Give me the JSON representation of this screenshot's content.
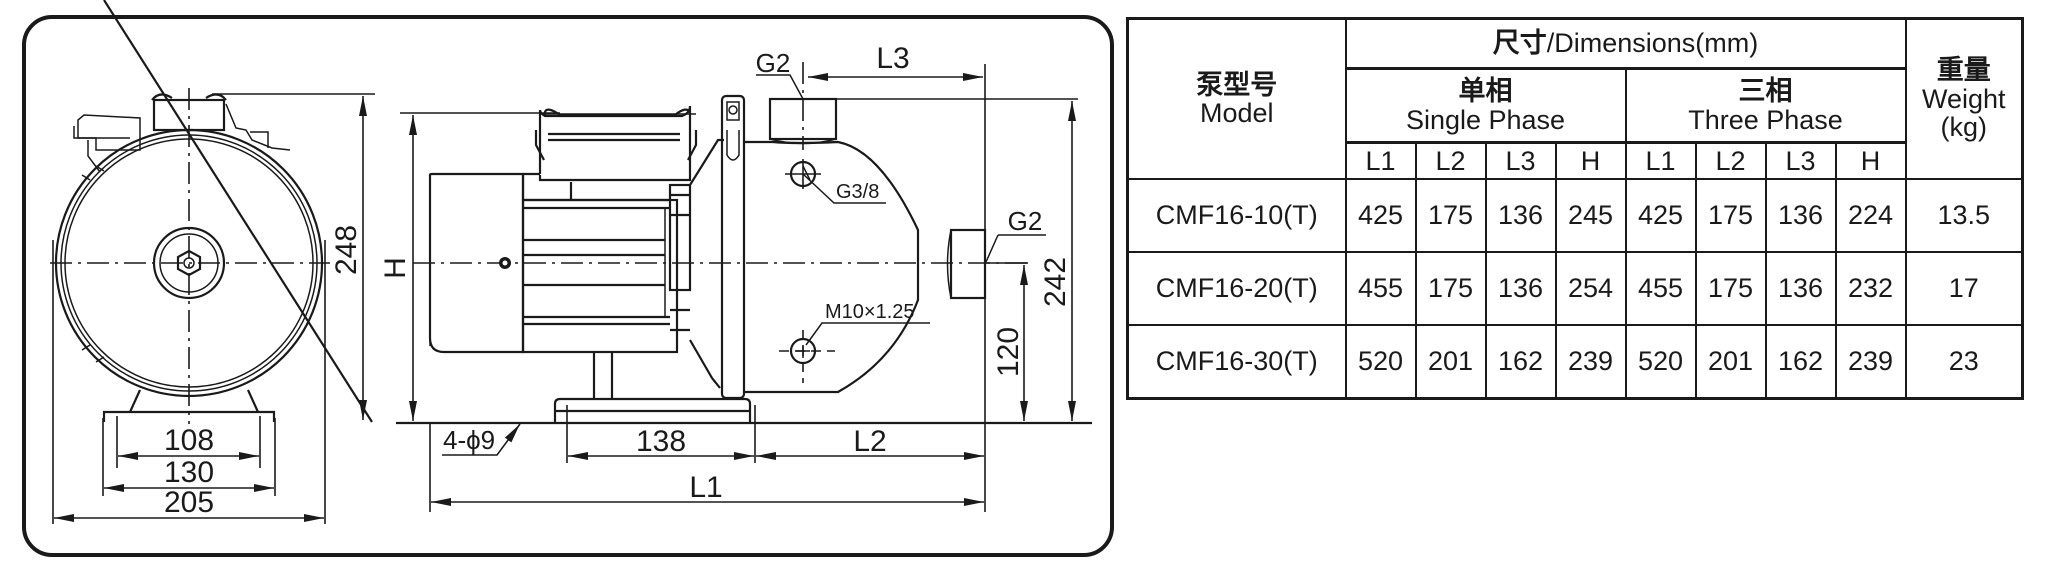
{
  "drawing": {
    "front_view": {
      "dim_height": "248",
      "dim_foot_inner": "108",
      "dim_foot_outer": "130",
      "dim_overall_width": "205"
    },
    "side_view": {
      "dim_height_label": "H",
      "dim_outlet_height": "242",
      "dim_shaft_height": "120",
      "dim_foot_spacing": "138",
      "dim_L1": "L1",
      "dim_L2": "L2",
      "dim_L3": "L3",
      "mounting_holes": "4-ϕ9",
      "outlet_thread_top": "G2",
      "inlet_thread_side": "G2",
      "priming_plug": "G3/8",
      "drain_plug": "M10×1.25"
    }
  },
  "table": {
    "header": {
      "model_cn": "泵型号",
      "model_en": "Model",
      "dimensions_cn": "尺寸",
      "dimensions_en": "/Dimensions(mm)",
      "single_phase_cn": "单相",
      "single_phase_en": "Single Phase",
      "three_phase_cn": "三相",
      "three_phase_en": "Three Phase",
      "weight_cn": "重量",
      "weight_en": "Weight",
      "weight_unit": "(kg)",
      "sub_columns": [
        "L1",
        "L2",
        "L3",
        "H",
        "L1",
        "L2",
        "L3",
        "H"
      ]
    },
    "rows": [
      {
        "model": "CMF16-10(T)",
        "single": [
          "425",
          "175",
          "136",
          "245"
        ],
        "three": [
          "425",
          "175",
          "136",
          "224"
        ],
        "weight": "13.5"
      },
      {
        "model": "CMF16-20(T)",
        "single": [
          "455",
          "175",
          "136",
          "254"
        ],
        "three": [
          "455",
          "175",
          "136",
          "232"
        ],
        "weight": "17"
      },
      {
        "model": "CMF16-30(T)",
        "single": [
          "520",
          "201",
          "162",
          "239"
        ],
        "three": [
          "520",
          "201",
          "162",
          "239"
        ],
        "weight": "23"
      }
    ]
  }
}
